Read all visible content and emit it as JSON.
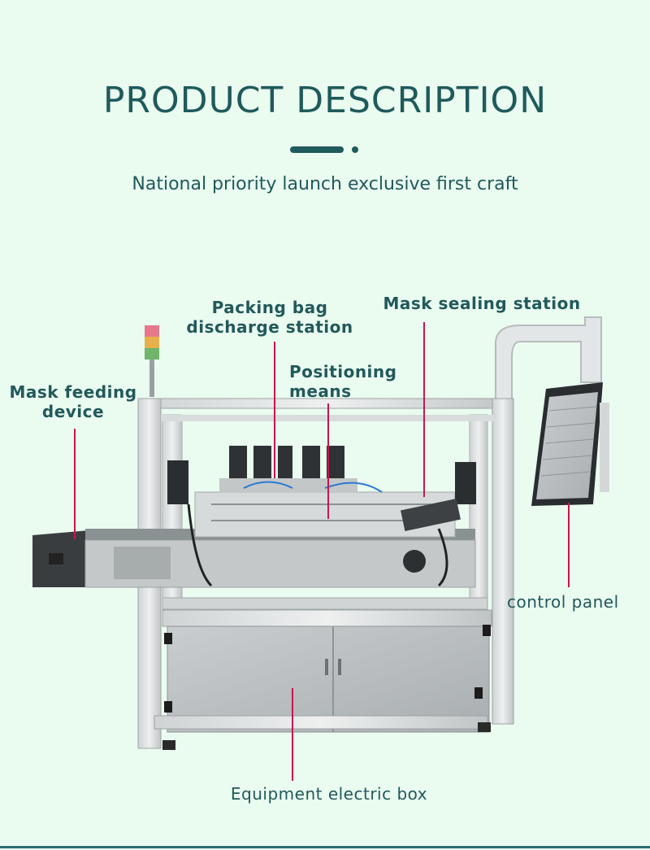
{
  "header": {
    "title": "PRODUCT DESCRIPTION",
    "subtitle": "National priority launch exclusive first craft"
  },
  "labels": {
    "packing_bag_line1": "Packing bag",
    "packing_bag_line2": "discharge station",
    "mask_sealing": "Mask sealing station",
    "positioning_line1": "Positioning",
    "positioning_line2": "means",
    "mask_feeding_line1": "Mask feeding",
    "mask_feeding_line2": "device",
    "control_panel": "control panel",
    "electric_box": "Equipment electric box"
  },
  "colors": {
    "background": "#eafbef",
    "text": "#1f5a5c",
    "pointer": "#c8164d"
  }
}
